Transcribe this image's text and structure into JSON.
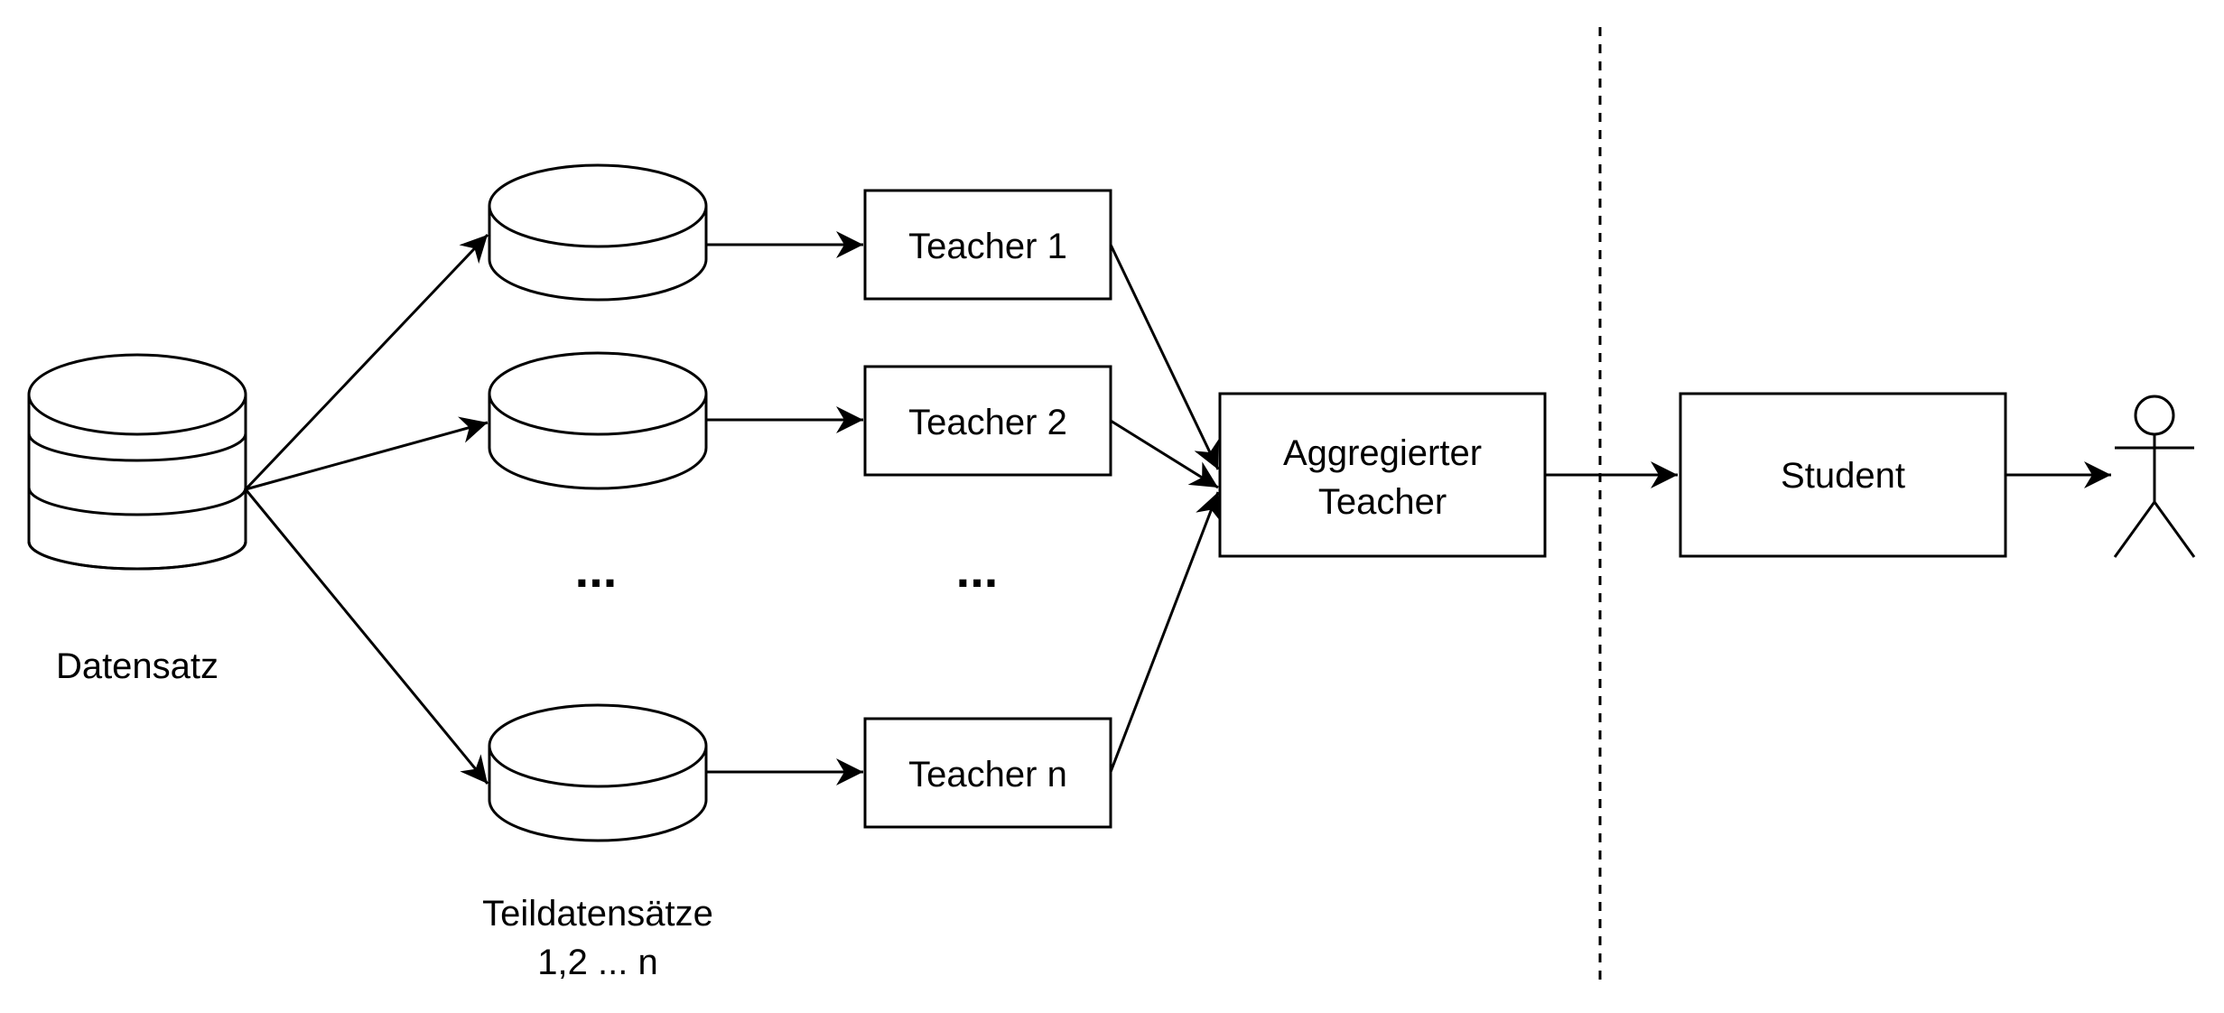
{
  "labels": {
    "dataset": "Datensatz",
    "subsets_line1": "Teildatensätze",
    "subsets_line2": "1,2 ... n",
    "ellipsis": "...",
    "teacher_1": "Teacher 1",
    "teacher_2": "Teacher 2",
    "teacher_n": "Teacher n",
    "aggregated_line1": "Aggregierter",
    "aggregated_line2": "Teacher",
    "student": "Student"
  },
  "colors": {
    "stroke": "#000000",
    "fill": "#ffffff"
  }
}
